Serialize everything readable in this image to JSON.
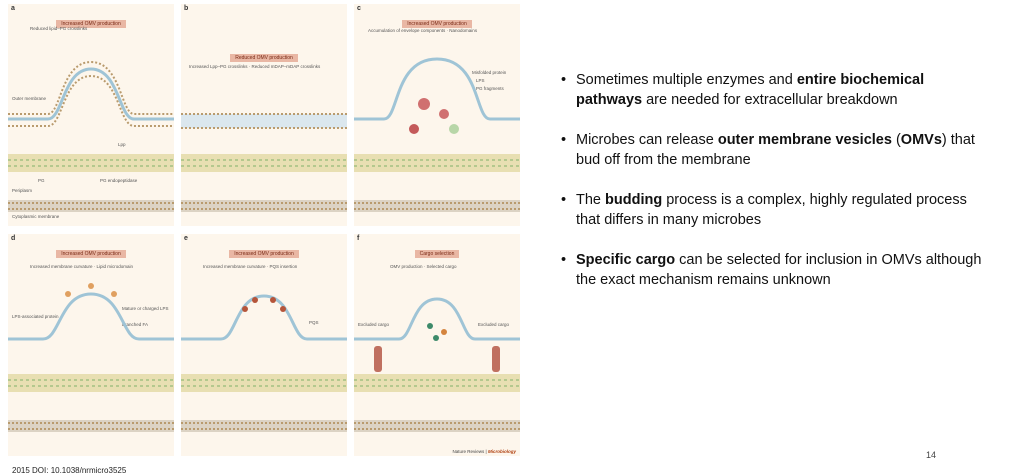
{
  "panels": [
    {
      "label": "a",
      "header": "Increased OMV production",
      "sub": "Reduced lipid–PG crosslinks",
      "notes": [
        "Outer membrane",
        "Lpp",
        "PG",
        "PG endopeptidase",
        "Periplasm",
        "Cytoplasmic membrane"
      ]
    },
    {
      "label": "b",
      "header": "Reduced OMV production",
      "sub": "Increased Lpp–PG crosslinks · Reduced mDAP–mDAP crosslinks",
      "notes": []
    },
    {
      "label": "c",
      "header": "Increased OMV production",
      "sub": "Accumulation of envelope components · Nanodomains",
      "notes": [
        "Misfolded protein",
        "LPS",
        "PG fragments"
      ]
    },
    {
      "label": "d",
      "header": "Increased OMV production",
      "sub": "Increased membrane curvature · Lipid microdomain",
      "notes": [
        "LPS-associated protein",
        "Mature or charged LPS",
        "Branched FA"
      ]
    },
    {
      "label": "e",
      "header": "Increased OMV production",
      "sub": "Increased membrane curvature · PQS insertion",
      "notes": [
        "PQS"
      ]
    },
    {
      "label": "f",
      "header": "Cargo selection",
      "sub": "OMV production · Selected cargo",
      "notes": [
        "Excluded cargo",
        "Excluded cargo"
      ]
    }
  ],
  "figure_credit_prefix": "Nature Reviews |",
  "figure_credit_journal": "Microbiology",
  "citation": "2015 DOI: 10.1038/nrmicro3525",
  "bullets": [
    [
      {
        "t": "Sometimes multiple enzymes and ",
        "b": false
      },
      {
        "t": "entire biochemical pathways",
        "b": true
      },
      {
        "t": " are needed for extracellular breakdown",
        "b": false
      }
    ],
    [
      {
        "t": "Microbes can release ",
        "b": false
      },
      {
        "t": "outer membrane vesicles",
        "b": true
      },
      {
        "t": " (",
        "b": false
      },
      {
        "t": "OMVs",
        "b": true
      },
      {
        "t": ") that bud off from the membrane",
        "b": false
      }
    ],
    [
      {
        "t": "The ",
        "b": false
      },
      {
        "t": "budding",
        "b": true
      },
      {
        "t": " process is a complex, highly regulated process that differs in many microbes",
        "b": false
      }
    ],
    [
      {
        "t": "Specific cargo",
        "b": true
      },
      {
        "t": " can be selected for inclusion in OMVs although the exact mechanism remains unknown",
        "b": false
      }
    ]
  ],
  "page_number": "14"
}
